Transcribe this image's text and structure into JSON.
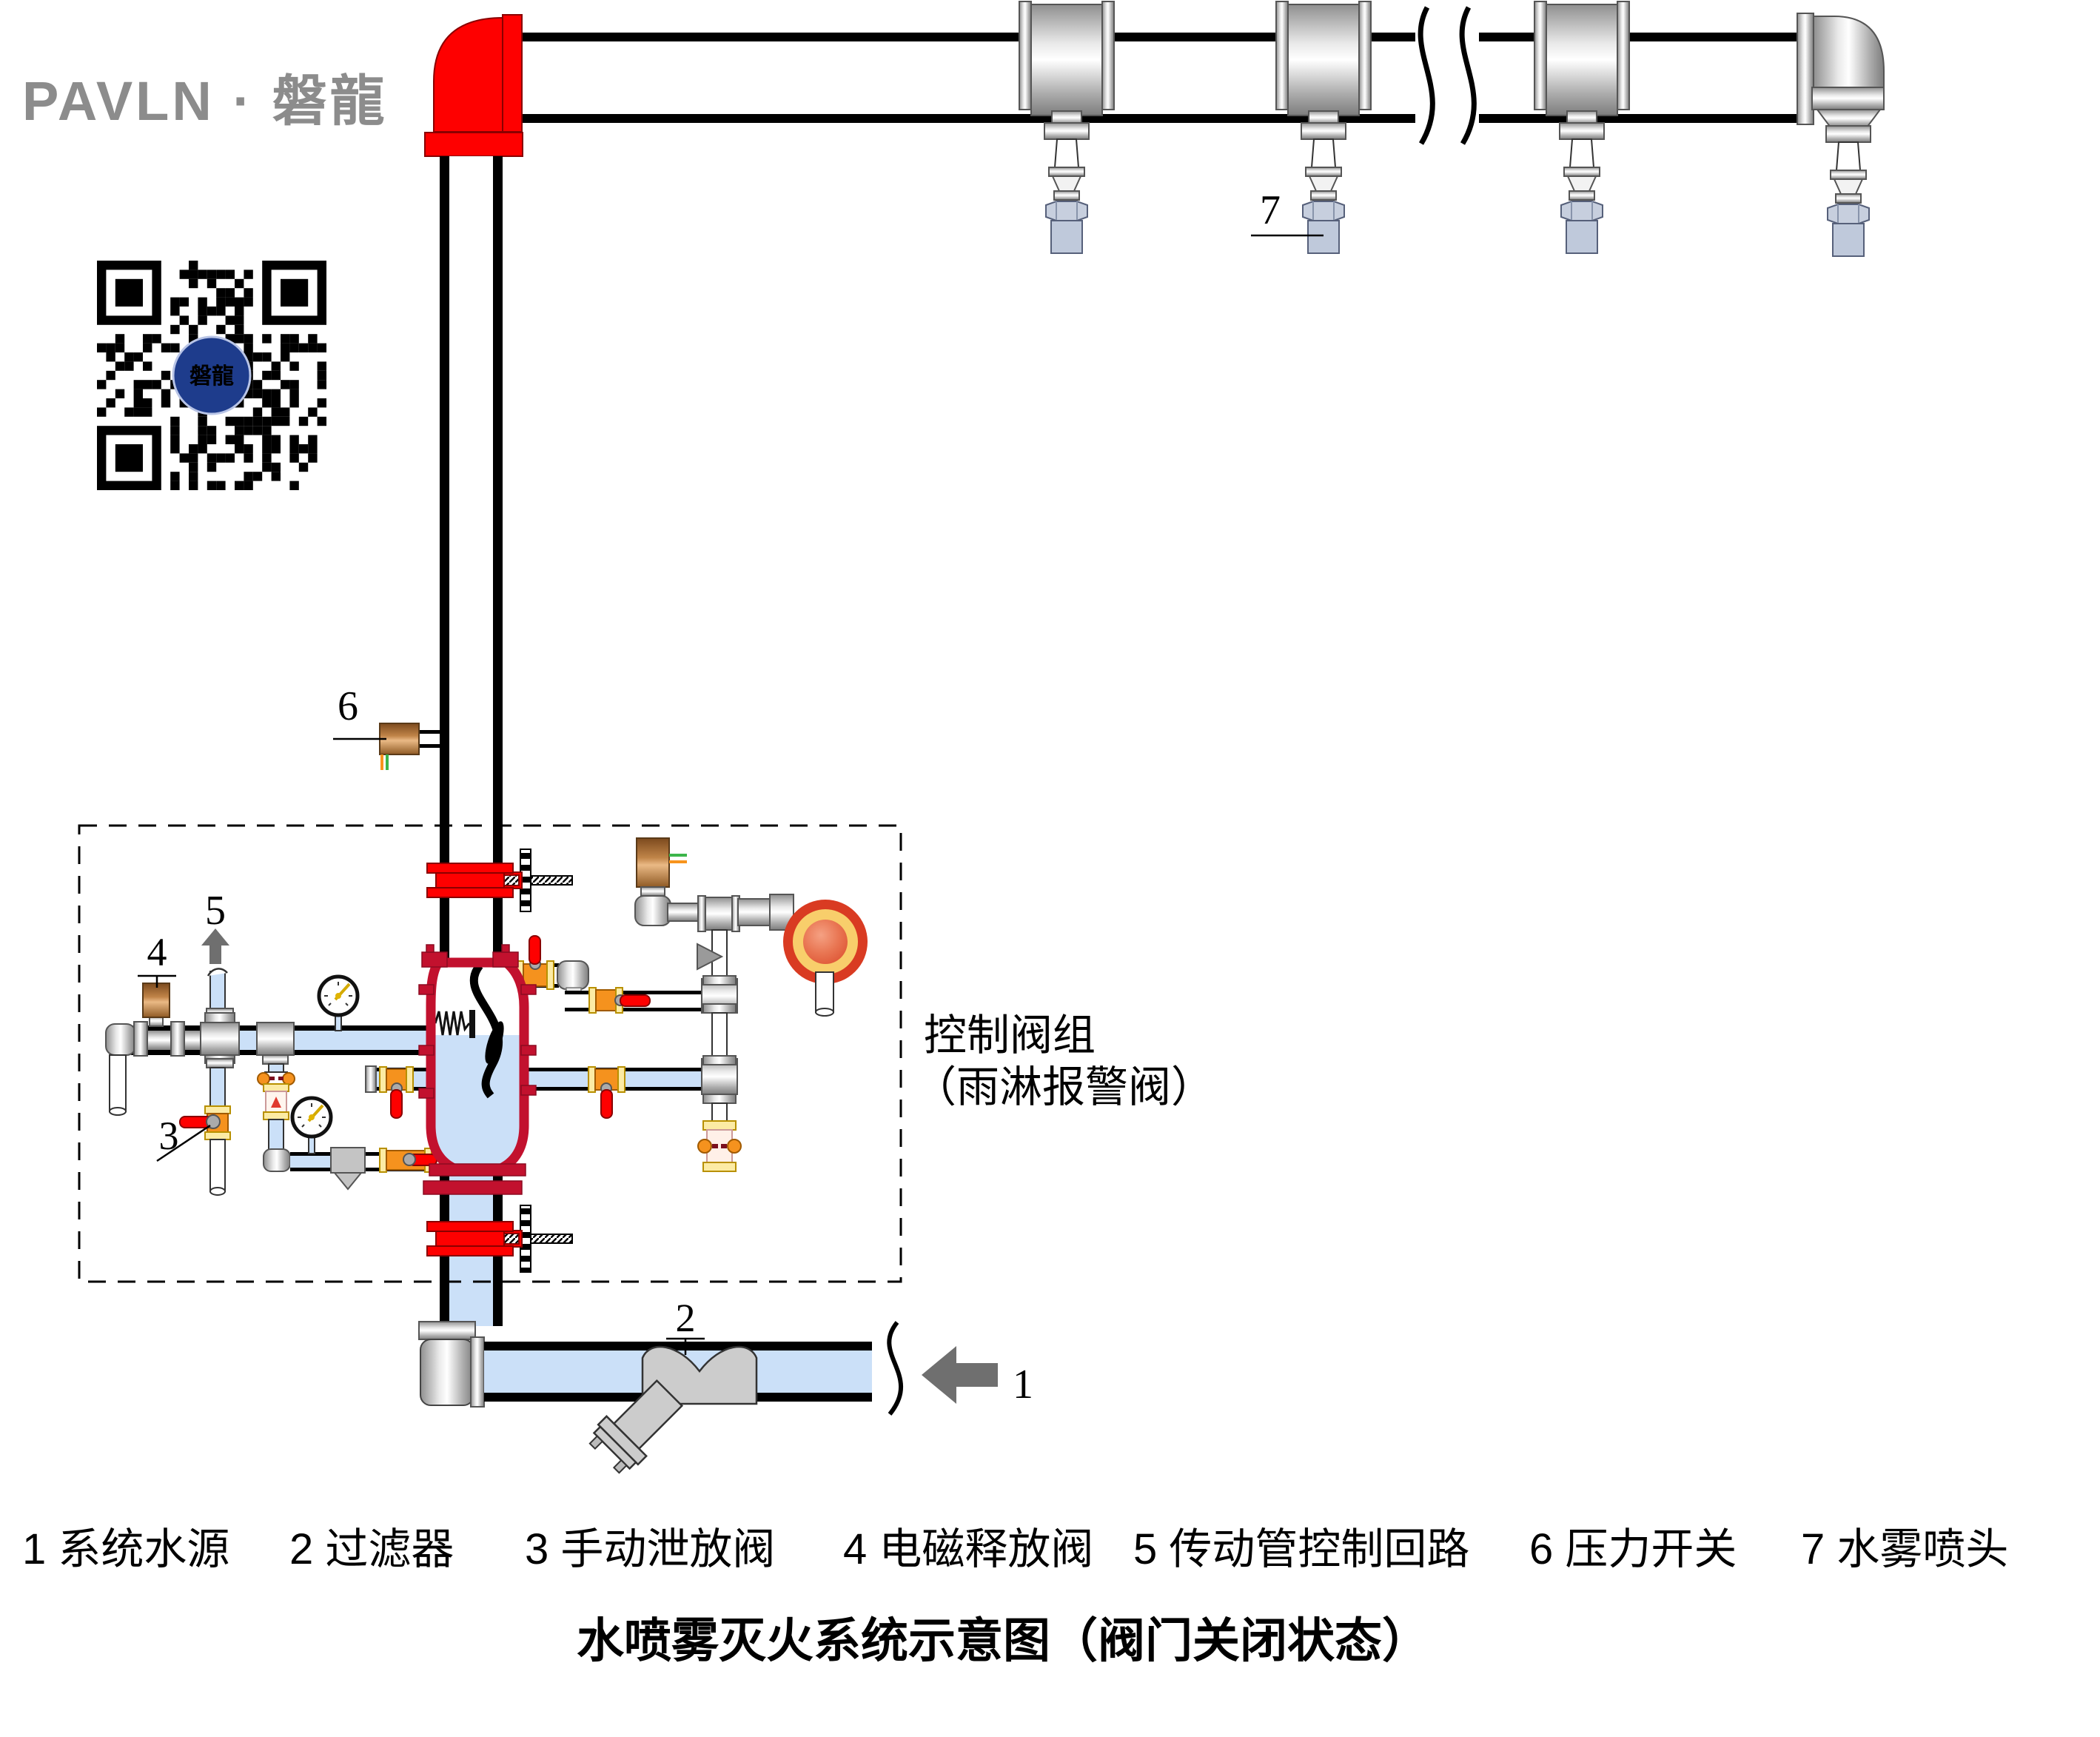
{
  "colors": {
    "red": "#fe0000",
    "crimson": "#c2112e",
    "water": "#cbe0f8",
    "orange": "#f5921e",
    "flange_yellow": "#fceba4",
    "arrow_gray": "#6f6f6f",
    "logo_gray": "#8c8c8c",
    "qr_blue": "#1e3c8c",
    "gong_outer": "#d93b22",
    "gong_ring": "#f8ce6b",
    "wire_orange": "#f7941d",
    "wire_green": "#3cb54a"
  },
  "logo": {
    "text": "PAVLN · 磐龍"
  },
  "qr": {
    "center_label": "磐龍"
  },
  "callouts": {
    "c1": "1",
    "c2": "2",
    "c3": "3",
    "c4": "4",
    "c5": "5",
    "c6": "6",
    "c7": "7"
  },
  "valve_group_label": {
    "line1": "控制阀组",
    "line2": "（雨淋报警阀）"
  },
  "legend": {
    "items": [
      "1 系统水源",
      "2 过滤器",
      "3 手动泄放阀",
      "4 电磁释放阀",
      "5 传动管控制回路",
      "6 压力开关",
      "7 水雾喷头"
    ]
  },
  "title": "水喷雾灭火系统示意图（阀门关闭状态）"
}
